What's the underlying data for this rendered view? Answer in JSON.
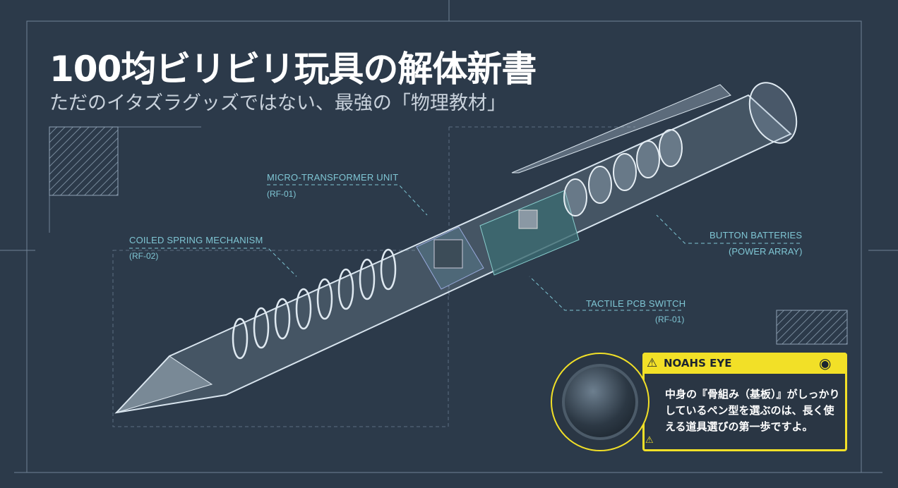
{
  "title": "100均ビリビリ玩具の解体新書",
  "subtitle": "ただのイタズラグッズではない、最強の「物理教材」",
  "labels": {
    "transformer": {
      "name": "MICRO-TRANSFORMER UNIT",
      "ref": "(RF-01)"
    },
    "spring": {
      "name": "COILED SPRING MECHANISM",
      "ref": "(RF-02)"
    },
    "batteries": {
      "name": "BUTTON BATTERIES",
      "ref": "(POWER ARRAY)"
    },
    "switch": {
      "name": "TACTILE PCB SWITCH",
      "ref": "(RF-01)"
    }
  },
  "callout": {
    "heading": "NOAHS EYE",
    "text": "中身の『骨組み（基板）』がしっかりしているペン型を選ぶのは、長く使える道具選びの第一歩ですよ。",
    "accent": "#f2e027"
  }
}
